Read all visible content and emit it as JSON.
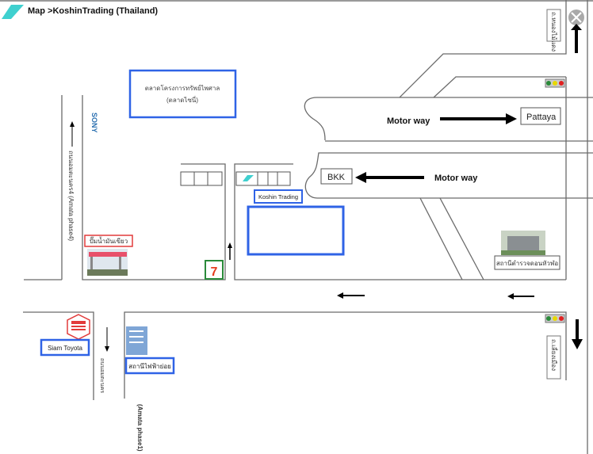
{
  "header": {
    "title": "Map >KoshinTrading (Thailand)",
    "close_icon": "close-circle-icon"
  },
  "colors": {
    "blue_box": "#2f63e6",
    "red_box": "#e23b3b",
    "logo": "#3fd0cf",
    "sony": "#2a6fb0"
  },
  "map": {
    "market_name": "ตลาดโครงการทรัพย์ไพศาล",
    "market_sub": "(ตลาดไซนี่)",
    "sony": "SONY",
    "left_road": "ถนนอมตะนคร4  (Amata phase4)",
    "gas_station": "ปั๊มน้ำมันเขียว",
    "koshin": "Koshin Trading",
    "motorway_top": "Motor way",
    "motorway_bottom": "Motor way",
    "pattaya": "Pattaya",
    "bkk": "BKK",
    "police": "สถานีตำรวจดอนหัวฬอ",
    "road_top_right": "ถ.หนองไม้แดง",
    "road_bottom_right": "ถ.เลี่ยงเมือง",
    "siam_toyota": "Siam Toyota",
    "substation": "สถานีไฟฟ้าย่อย",
    "lower_road": "ถนนอมตะนคร",
    "lower_road_en": "(Amata phase1)",
    "seven_eleven": "7"
  }
}
